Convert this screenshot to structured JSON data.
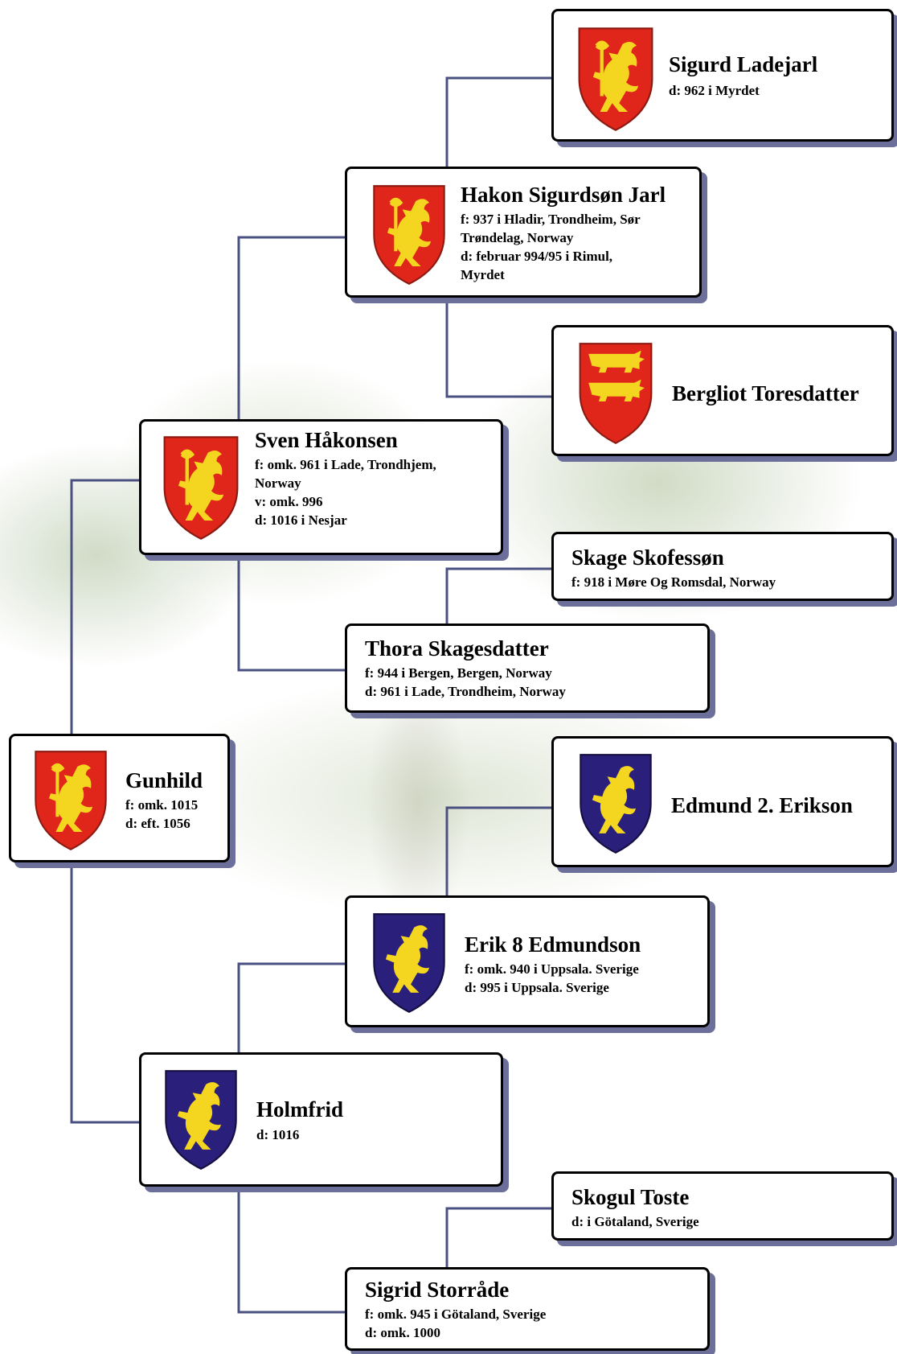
{
  "people": {
    "sigurd": {
      "name": "Sigurd Ladejarl",
      "lines": [
        "d: 962 i Myrdet"
      ],
      "arms": "norway-lion"
    },
    "hakon": {
      "name": "Hakon Sigurdsøn Jarl",
      "lines": [
        "f: 937 i Hladir, Trondheim, Sør",
        "Trøndelag, Norway",
        "d: februar 994/95 i Rimul,",
        "Myrdet"
      ],
      "arms": "norway-lion"
    },
    "bergliot": {
      "name": "Bergliot Toresdatter",
      "lines": [],
      "arms": "normandy-lions"
    },
    "sven": {
      "name": "Sven Håkonsen",
      "lines": [
        "f: omk. 961 i Lade, Trondhjem,",
        "Norway",
        "v: omk. 996",
        "d: 1016 i Nesjar"
      ],
      "arms": "norway-lion"
    },
    "skage": {
      "name": "Skage Skofessøn",
      "lines": [
        "f: 918 i Møre Og Romsdal, Norway"
      ]
    },
    "thora": {
      "name": "Thora Skagesdatter",
      "lines": [
        "f: 944 i Bergen, Bergen, Norway",
        "d: 961 i Lade, Trondheim, Norway"
      ]
    },
    "gunhild": {
      "name": "Gunhild",
      "lines": [
        "f: omk. 1015",
        "d: eft. 1056"
      ],
      "arms": "norway-lion"
    },
    "edmund": {
      "name": "Edmund 2. Erikson",
      "lines": [],
      "arms": "sweden-lion"
    },
    "erik": {
      "name": "Erik 8 Edmundson",
      "lines": [
        "f: omk. 940 i Uppsala. Sverige",
        "d: 995 i Uppsala. Sverige"
      ],
      "arms": "sweden-lion"
    },
    "holmfrid": {
      "name": "Holmfrid",
      "lines": [
        "d: 1016"
      ],
      "arms": "sweden-lion"
    },
    "skogul": {
      "name": "Skogul Toste",
      "lines": [
        "d: i Götaland, Sverige"
      ]
    },
    "sigrid": {
      "name": "Sigrid Storråde",
      "lines": [
        "f: omk. 945 i Götaland, Sverige",
        "d: omk. 1000"
      ]
    }
  },
  "colors": {
    "connector": "#4a5080",
    "shadow": "#6b6f9a",
    "norway_shield": "#e0261b",
    "sweden_shield": "#2a1f7a",
    "lion": "#f4d51f"
  }
}
